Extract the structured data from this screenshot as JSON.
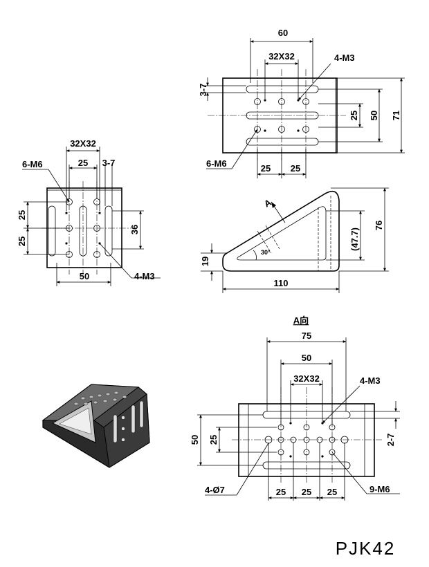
{
  "top_view": {
    "dim_width": "60",
    "dim_pitch": "32X32",
    "dim_callout_m3": "4-M3",
    "dim_slot": "3-7",
    "dim_25_v": "25",
    "dim_50_v": "50",
    "dim_71_v": "71",
    "dim_callout_m6": "6-M6",
    "dim_25_a": "25",
    "dim_25_b": "25"
  },
  "left_view": {
    "dim_pitch": "32X32",
    "dim_callout_m6": "6-M6",
    "dim_25_h": "25",
    "dim_slot": "3-7",
    "dim_25_va": "25",
    "dim_25_vb": "25",
    "dim_36_v": "36",
    "dim_50_h": "50",
    "dim_callout_m3": "4-M3"
  },
  "side_view": {
    "arrow_label": "A",
    "dim_76_v": "76",
    "dim_47_v": "(47.7)",
    "dim_19_v": "19",
    "dim_angle": "30°",
    "dim_110_h": "110"
  },
  "a_view": {
    "title": "A向",
    "dim_75": "75",
    "dim_50": "50",
    "dim_pitch": "32X32",
    "dim_callout_m3": "4-M3",
    "dim_50_v": "50",
    "dim_25_v": "25",
    "dim_slot": "2-7",
    "dim_callout_d7": "4-Ø7",
    "dim_25_a": "25",
    "dim_25_b": "25",
    "dim_25_c": "25",
    "dim_callout_m6": "9-M6"
  },
  "model_number": "PJK42"
}
